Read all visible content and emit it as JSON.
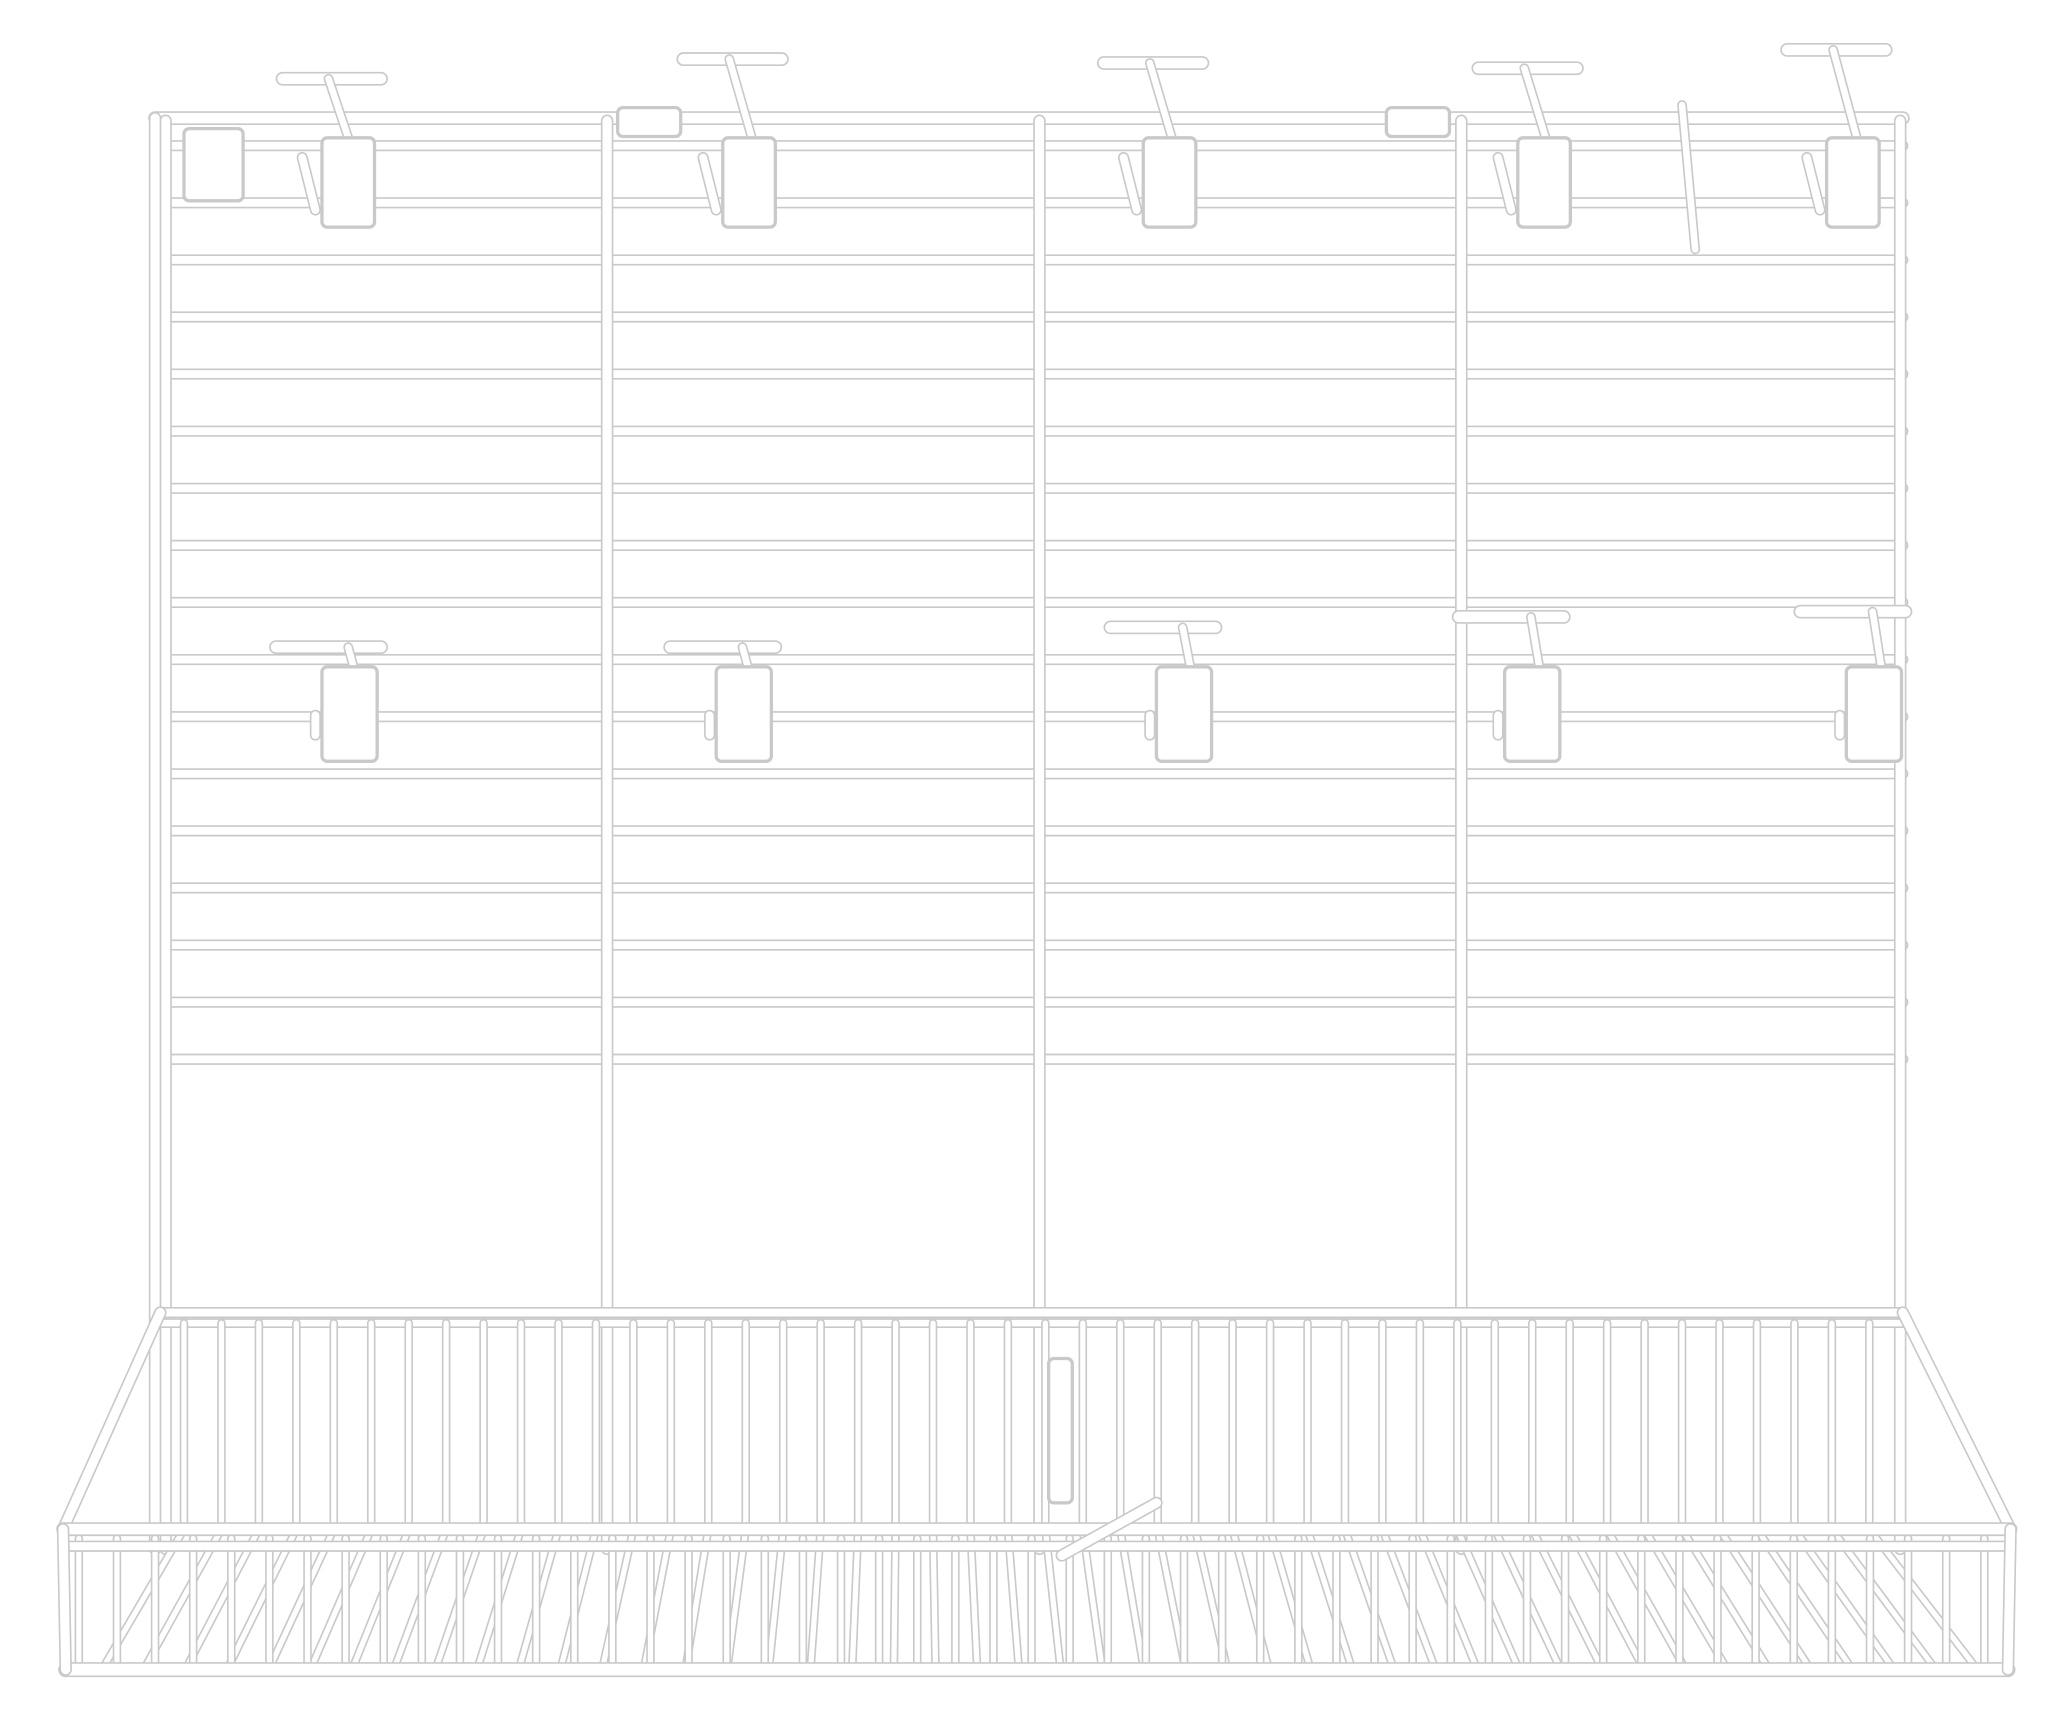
{
  "image": {
    "subject": "wire-wall-organizer-with-hooks-and-basket",
    "colors": {
      "background": "#ffffff",
      "wire": "#ffffff",
      "wire_edge": "#c9c9c9",
      "shadow": "#8a8a8a"
    },
    "upper_hook_count": 5,
    "middle_hook_count": 5
  }
}
